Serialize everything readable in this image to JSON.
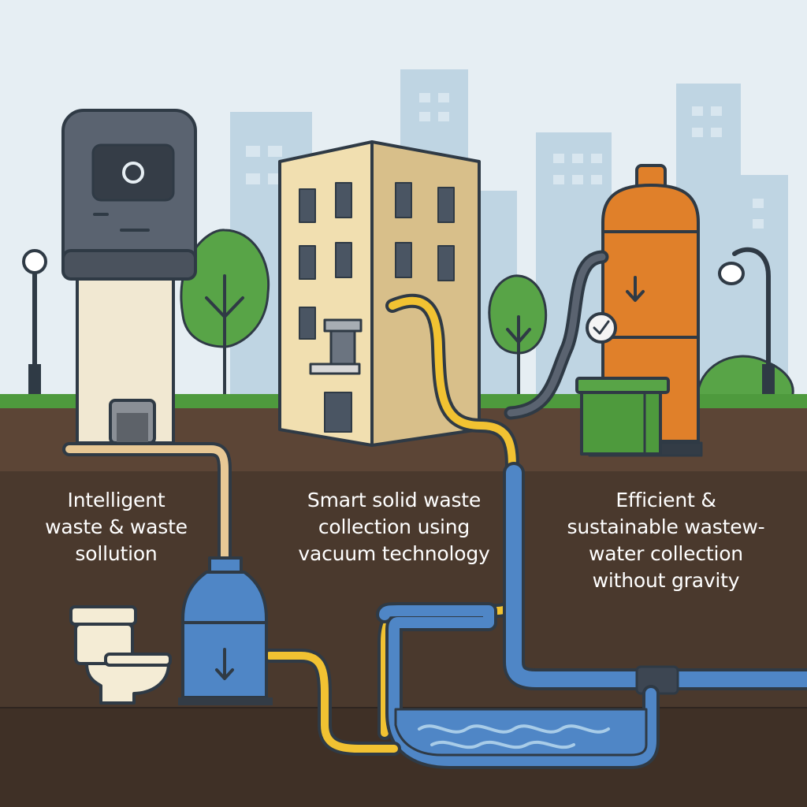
{
  "captions": [
    {
      "text": "Intelligent\nwaste & waste\nsollution"
    },
    {
      "text": "Smart solid waste\ncollection using\nvacuum technology"
    },
    {
      "text": "Efficient &\nsustainable wastew-\nwater collection\nwithout gravity"
    }
  ],
  "colors": {
    "sky": "#e6eef3",
    "skyline": "#bfd5e3",
    "grass": "#4e9a3d",
    "soil_upper": "#5c4536",
    "soil_lower": "#4a392d",
    "vacuum_line": "#f1c232",
    "sewer_pipe": "#4f86c6",
    "tank": "#e0802a",
    "outline": "#2f3a45",
    "caption_text": "#ffffff"
  },
  "icons": [
    "waste-collection-kiosk",
    "apartment-building",
    "vacuum-tank",
    "storage-bin",
    "vacuum-valve",
    "toilet",
    "sewer-tank",
    "street-lamp",
    "tree"
  ]
}
